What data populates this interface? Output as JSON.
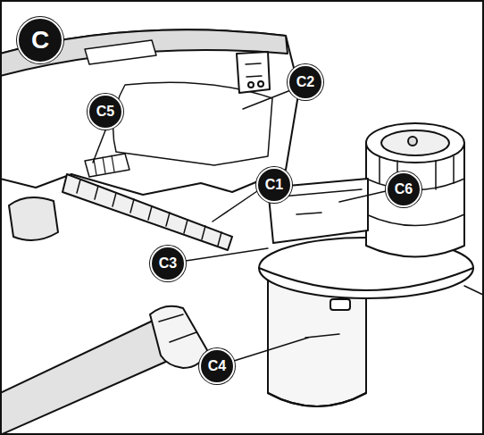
{
  "diagram": {
    "labels": [
      "C",
      "C1",
      "C2",
      "C3",
      "C4",
      "C5",
      "C6"
    ]
  }
}
